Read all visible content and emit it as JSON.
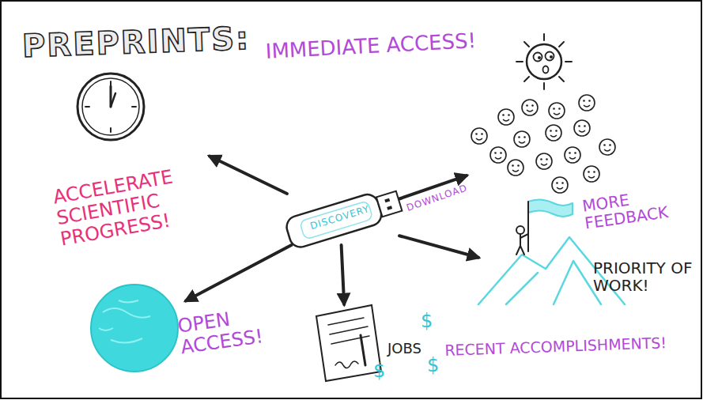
{
  "diagram": {
    "title": "PREPRINTS:",
    "nodes": [
      {
        "text": [
          "ACCELERATE SCIENTIFIC PROGRESS!"
        ]
      },
      {
        "text": [
          "DISCOVERY"
        ]
      },
      {
        "text": [
          "MORE FEEDBACK"
        ]
      },
      {
        "text": [
          "OPEN ACCESS!"
        ]
      },
      {
        "text": [
          "JOBS"
        ]
      },
      {
        "text": [
          "PRIORITY OF WORK!"
        ]
      }
    ],
    "edges": [
      {
        "from": 1,
        "to": 0,
        "arrow": "to"
      },
      {
        "from": 1,
        "to": 2,
        "label": "DOWNLOAD",
        "arrow": "to"
      },
      {
        "from": 1,
        "to": 3,
        "arrow": "to"
      },
      {
        "from": 1,
        "to": 4,
        "arrow": "to"
      },
      {
        "from": 1,
        "to": 5,
        "arrow": "to"
      }
    ],
    "labels": [
      "IMMEDIATE ACCESS!",
      "RECENT ACCOMPLISHMENTS!",
      "$",
      "$",
      "$"
    ]
  }
}
